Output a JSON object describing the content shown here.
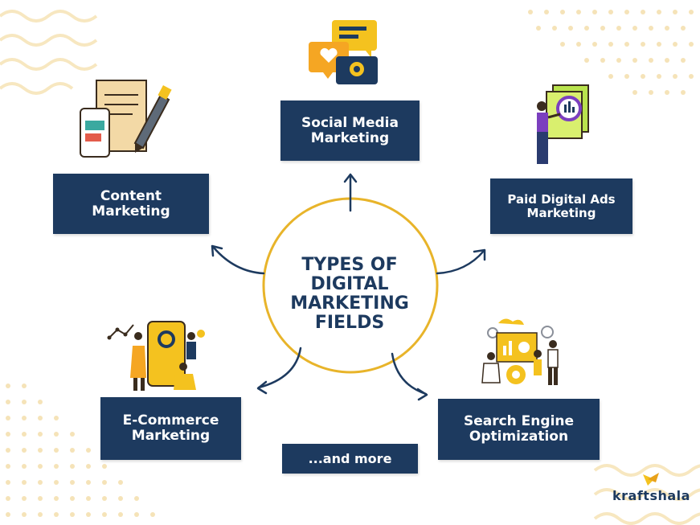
{
  "diagram": {
    "title_lines": [
      "TYPES OF DIGITAL",
      "MARKETING",
      "FIELDS"
    ],
    "nodes": {
      "social_media": [
        "Social Media",
        "Marketing"
      ],
      "content": [
        "Content",
        "Marketing"
      ],
      "paid_ads": [
        "Paid Digital Ads",
        "Marketing"
      ],
      "ecommerce": [
        "E-Commerce",
        "Marketing"
      ],
      "seo": [
        "Search Engine",
        "Optimization"
      ],
      "more": "...and more"
    }
  },
  "brand": {
    "name": "kraftshala"
  },
  "colors": {
    "navy": "#1d3a5f",
    "gold": "#e8b42a",
    "wave": "#f7e7c0",
    "dots": "#f5e3b8"
  },
  "icons": [
    "chat-bubbles-icon",
    "content-writing-icon",
    "analytics-magnifier-icon",
    "ecommerce-phone-icon",
    "seo-gears-icon",
    "bird-logo-icon"
  ]
}
